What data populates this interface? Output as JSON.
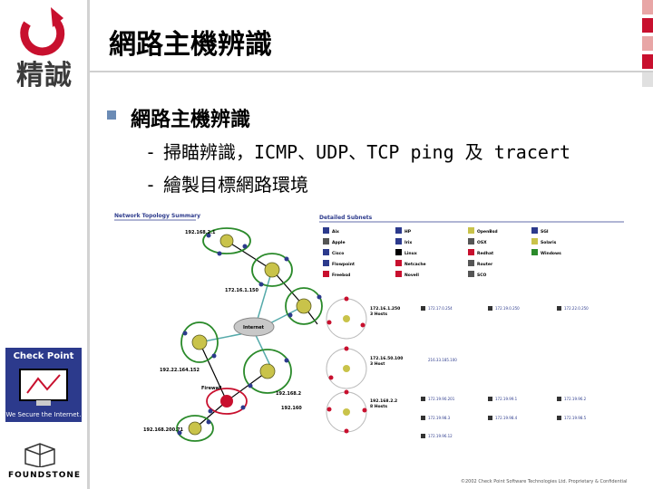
{
  "slide": {
    "title": "網路主機辨識",
    "bullet": "網路主機辨識",
    "sub_items": [
      "掃瞄辨識，ICMP、UDP、TCP ping 及 tracert",
      "繪製目標網路環境"
    ]
  },
  "logo": {
    "text": "精誠"
  },
  "checkpoint": {
    "title": "Check Point",
    "tagline": "We Secure the Internet."
  },
  "foundstone": {
    "text": "FOUNDSTONE"
  },
  "figure": {
    "left_title": "Network Topology Summary",
    "right_title": "Detailed Subnets",
    "node_labels": [
      "192.168.2.1",
      "172.16.1.150",
      "Internet",
      "192.22.164.152",
      "Firewall",
      "192.168.2",
      "192.160",
      "192.168.200.71"
    ],
    "os_legend": [
      "Aix",
      "HP",
      "OpenBsd",
      "SGI",
      "Apple",
      "Irix",
      "OSX",
      "Solaris",
      "Cisco",
      "Linux",
      "Redhat",
      "Windows",
      "Flowpoint",
      "Netcache",
      "Router",
      "Freebsd",
      "Novell",
      "SCO"
    ],
    "subnets": [
      {
        "ip": "172.16.1.250",
        "hosts": "3 Hosts"
      },
      {
        "ip": "172.16.50.100",
        "hosts": "3 Host"
      },
      {
        "ip": "192.168.2.2",
        "hosts": "8 Hosts"
      }
    ],
    "subnet_entries": [
      "172.17.0.254",
      "172.19.0.250",
      "172.22.0.250",
      "216.33.185.100",
      "172.19.90.201",
      "172.19.99.1",
      "172.19.96.2",
      "172.19.98.3",
      "172.19.98.4",
      "172.19.98.5",
      "172.19.96.12"
    ]
  },
  "footer": {
    "text": "©2002 Check Point Software Technologies Ltd. Proprietary & Confidential"
  },
  "colors": {
    "accent": "#c8102e",
    "bullet": "#6b8bb5",
    "checkpoint_bg": "#2c3a8c"
  }
}
